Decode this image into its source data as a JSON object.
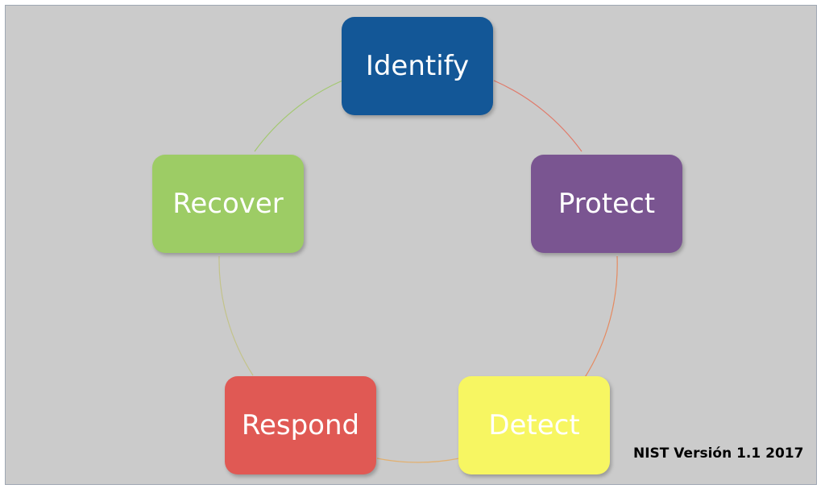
{
  "diagram": {
    "stages": [
      {
        "label": "Identify",
        "color": "#135797"
      },
      {
        "label": "Protect",
        "color": "#7a5591"
      },
      {
        "label": "Detect",
        "color": "#f7f662"
      },
      {
        "label": "Respond",
        "color": "#e05954"
      },
      {
        "label": "Recover",
        "color": "#9dcc65"
      }
    ],
    "caption": "NIST Versión 1.1 2017"
  }
}
